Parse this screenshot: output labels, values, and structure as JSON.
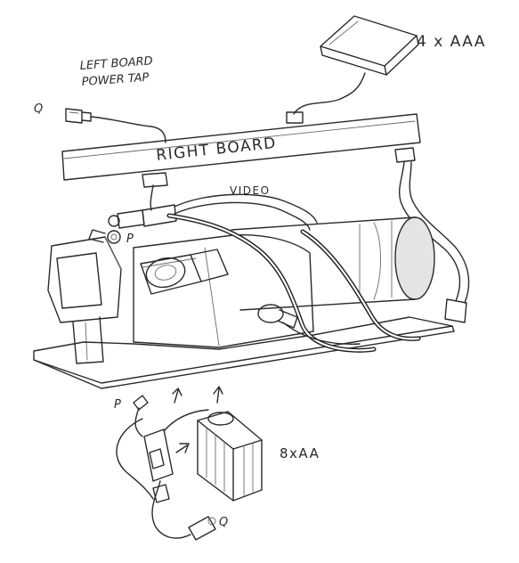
{
  "labels": {
    "left_board_line1": "LEFT BOARD",
    "left_board_line2": "POWER TAP",
    "right_board": "RIGHT BOARD",
    "video": "VIDEO",
    "battery_4aaa": "4 x AAA",
    "battery_8aa": "8xAA",
    "connector_q_top": "Q",
    "connector_q_bottom": "Q",
    "connector_p_top": "P",
    "connector_p_bottom": "P"
  },
  "colors": {
    "ink": "#2a2a2a",
    "paper": "#ffffff"
  }
}
